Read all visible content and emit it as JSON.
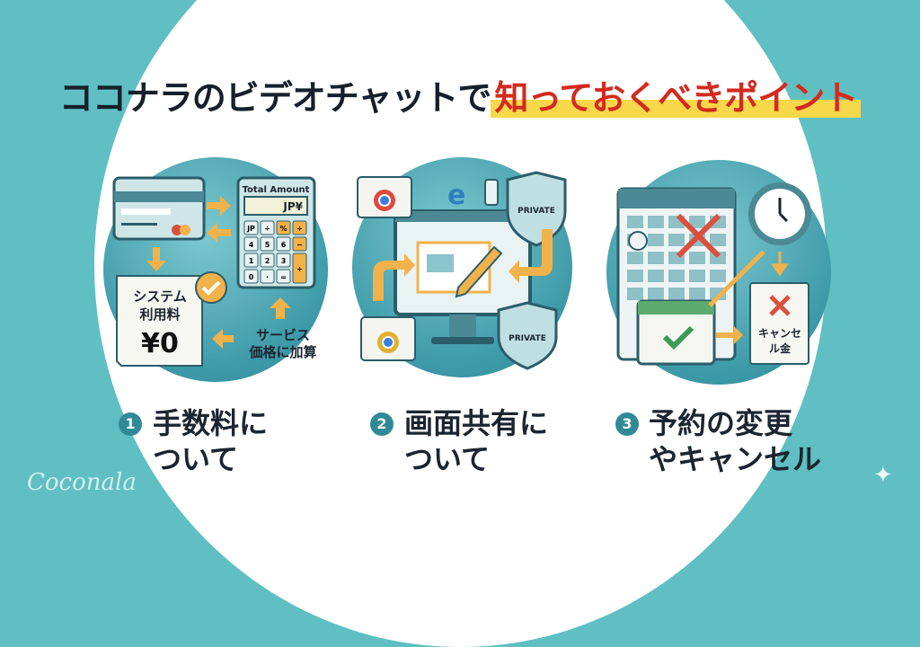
{
  "title": {
    "part1": "ココナラのビデオチャットで",
    "part2": "知っておくべきポイント"
  },
  "points": [
    {
      "number": "1",
      "line1": "手数料に",
      "line2": "ついて"
    },
    {
      "number": "2",
      "line1": "画面共有に",
      "line2": "ついて"
    },
    {
      "number": "3",
      "line1": "予約の変更",
      "line2": "やキャンセル"
    }
  ],
  "illustration1": {
    "calculator_title": "Total Amount",
    "display": "JP¥",
    "keys": [
      "JP",
      "÷",
      "%",
      "÷",
      "4",
      "5",
      "6",
      "−",
      "1",
      "2",
      "3",
      "+",
      "0",
      "·",
      "="
    ],
    "receipt_line1": "システム",
    "receipt_line2": "利用料",
    "receipt_amount": "¥0",
    "note_line1": "サービス",
    "note_line2": "価格に加算"
  },
  "illustration2": {
    "shield_top": "PRIVATE",
    "shield_bottom": "PRIVATE"
  },
  "illustration3": {
    "doc_line1": "キャンセ",
    "doc_line2": "ル金"
  },
  "logo": "Coconala",
  "colors": {
    "teal": "#5fbfc2",
    "accent_red": "#d32a1e",
    "highlight": "#f7d84a",
    "arrow": "#f2b24b"
  }
}
